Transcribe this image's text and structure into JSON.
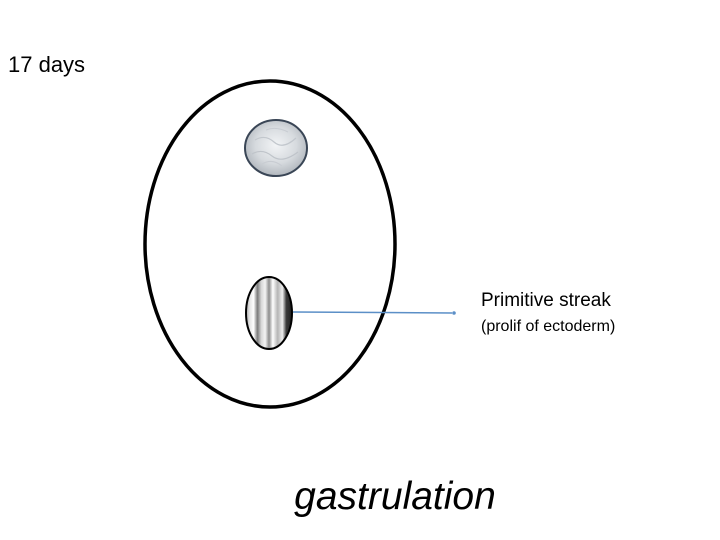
{
  "slide": {
    "day_label": "17 days",
    "title": "gastrulation"
  },
  "callout": {
    "label": "Primitive streak",
    "sublabel": "(prolif of ectoderm)"
  },
  "colors": {
    "outline": "#000000",
    "pointer_line": "#5b8fc7",
    "upper_disc_fill": "#d9dde2",
    "upper_disc_border": "#3a4656"
  },
  "icons": {
    "upper_structure": "marbled-disc-icon",
    "primitive_streak": "striped-ellipse-icon"
  }
}
